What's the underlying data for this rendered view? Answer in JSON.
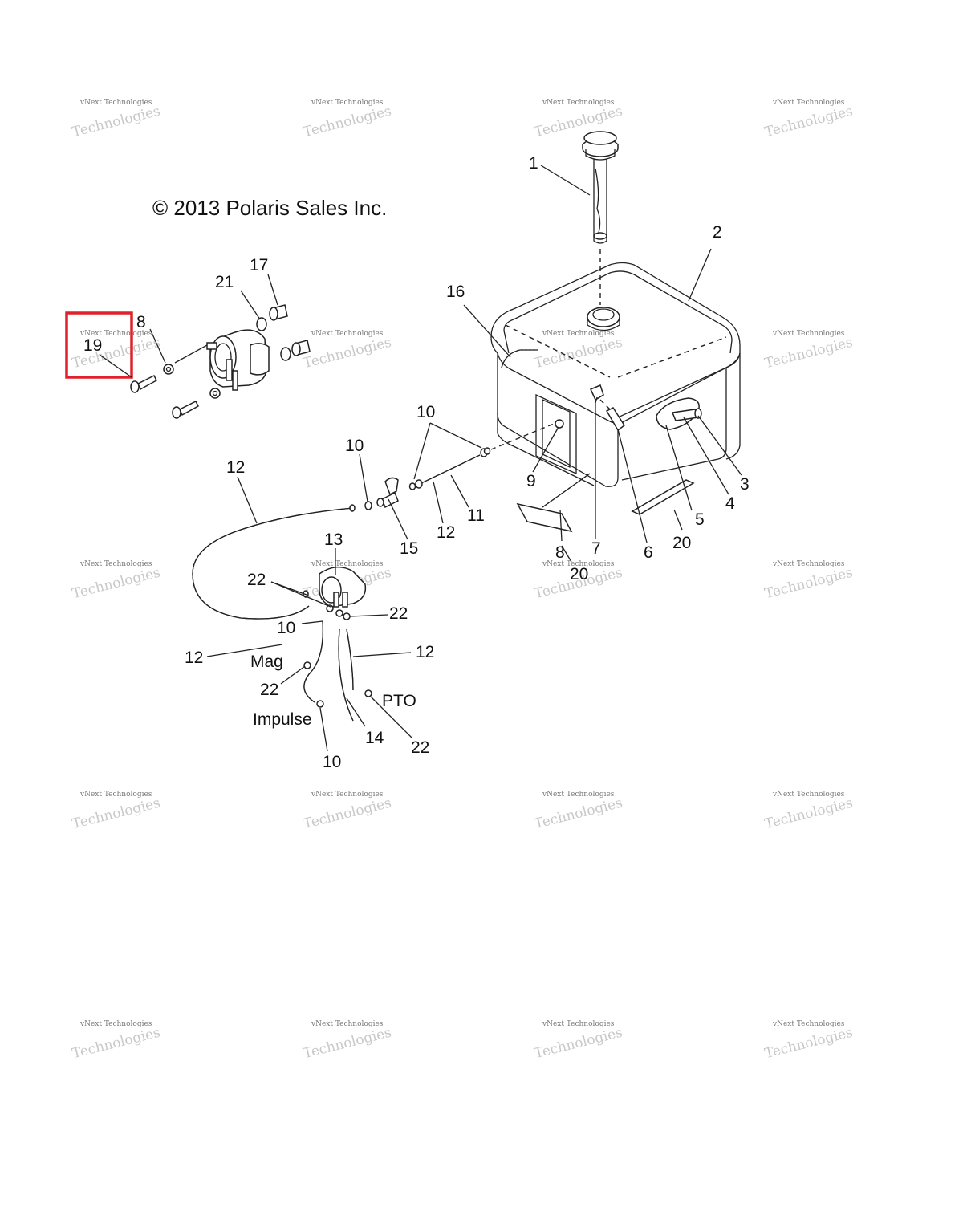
{
  "copyright": "© 2013 Polaris Sales Inc.",
  "watermark": {
    "line1": "vNext Technologies",
    "line2": "Technologies"
  },
  "highlight": {
    "label": "19",
    "color": "#e0202a"
  },
  "labels": {
    "l1": "1",
    "l2": "2",
    "l3": "3",
    "l4": "4",
    "l5": "5",
    "l6": "6",
    "l7": "7",
    "l8a": "8",
    "l8b": "8",
    "l9": "9",
    "l10a": "10",
    "l10b": "10",
    "l10c": "10",
    "l10d": "10",
    "l11": "11",
    "l12a": "12",
    "l12b": "12",
    "l12c": "12",
    "l12d": "12",
    "l13": "13",
    "l14": "14",
    "l15": "15",
    "l16": "16",
    "l17": "17",
    "l20a": "20",
    "l20b": "20",
    "l21": "21",
    "l22a": "22",
    "l22b": "22",
    "l22c": "22",
    "l22d": "22"
  },
  "words": {
    "mag": "Mag",
    "pto": "PTO",
    "impulse": "Impulse"
  }
}
